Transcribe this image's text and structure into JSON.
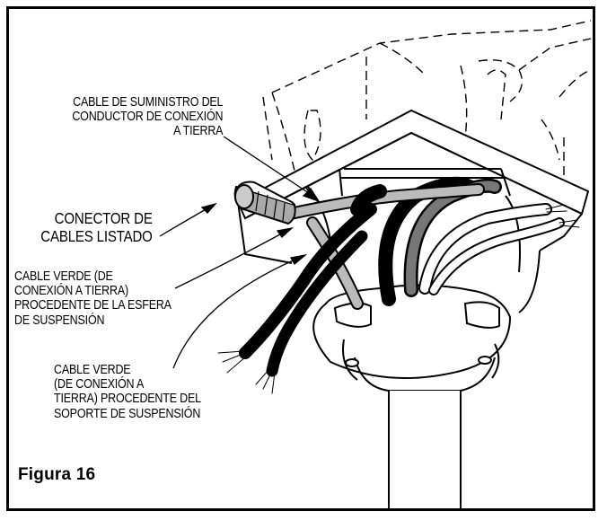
{
  "figure": {
    "caption": "Figura 16",
    "callouts": {
      "supply_ground": [
        "CABLE DE SUMINISTRO DEL",
        "CONDUCTOR DE CONEXIÓN",
        "A TIERRA"
      ],
      "wire_connector": [
        "CONECTOR DE",
        "CABLES LISTADO"
      ],
      "green_from_ball": [
        "CABLE VERDE (DE",
        "CONEXIÓN A TIERRA)",
        "PROCEDENTE DE LA ESFERA",
        "DE SUSPENSIÓN"
      ],
      "green_from_bracket": [
        "CABLE VERDE",
        "(DE CONEXIÓN A",
        "TIERRA) PROCEDENTE DEL",
        "SOPORTE DE SUSPENSIÓN"
      ]
    }
  }
}
